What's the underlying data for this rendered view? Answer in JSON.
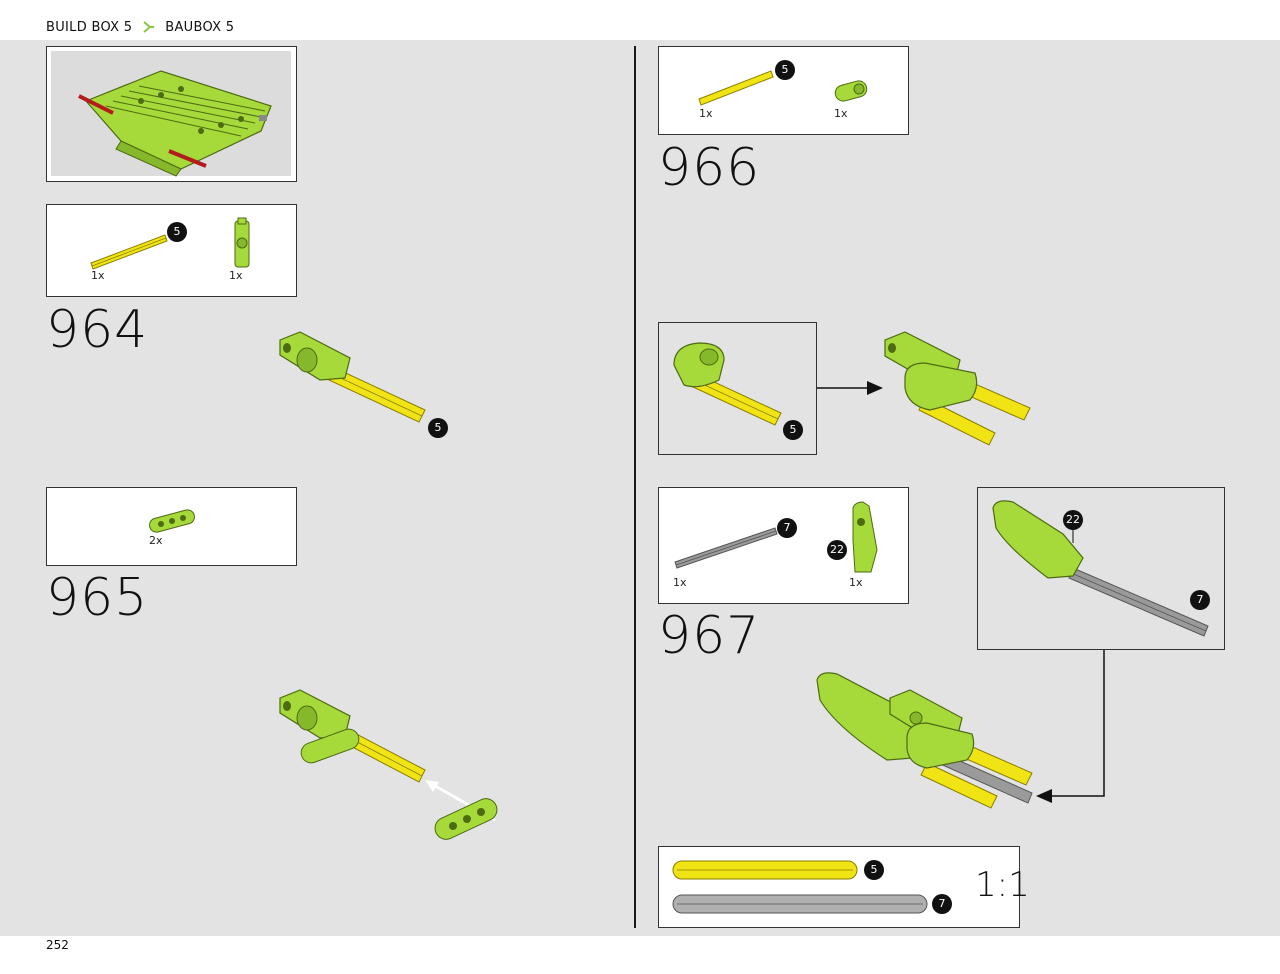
{
  "header": {
    "build_box": "BUILD BOX 5",
    "baubox": "BAUBOX 5"
  },
  "page_number": "252",
  "steps": {
    "s964": {
      "number": "964",
      "parts": [
        {
          "qty": "1x",
          "badge": "5"
        },
        {
          "qty": "1x"
        }
      ],
      "callout_badge": "5"
    },
    "s965": {
      "number": "965",
      "parts": [
        {
          "qty": "2x"
        }
      ]
    },
    "s966": {
      "number": "966",
      "parts": [
        {
          "qty": "1x",
          "badge": "5"
        },
        {
          "qty": "1x"
        }
      ],
      "subassembly_badge": "5"
    },
    "s967": {
      "number": "967",
      "parts": [
        {
          "qty": "1x",
          "badge": "7"
        },
        {
          "qty": "1x",
          "badge": "22"
        }
      ],
      "subassembly_badges": [
        "22",
        "7"
      ]
    }
  },
  "scale_box": {
    "ratio": "1:1",
    "axle_badges": [
      "5",
      "7"
    ]
  },
  "colors": {
    "lime": "#a6d93a",
    "yellow": "#f0e414",
    "grey_axle": "#9a9a9a",
    "background": "#e3e3e3"
  }
}
